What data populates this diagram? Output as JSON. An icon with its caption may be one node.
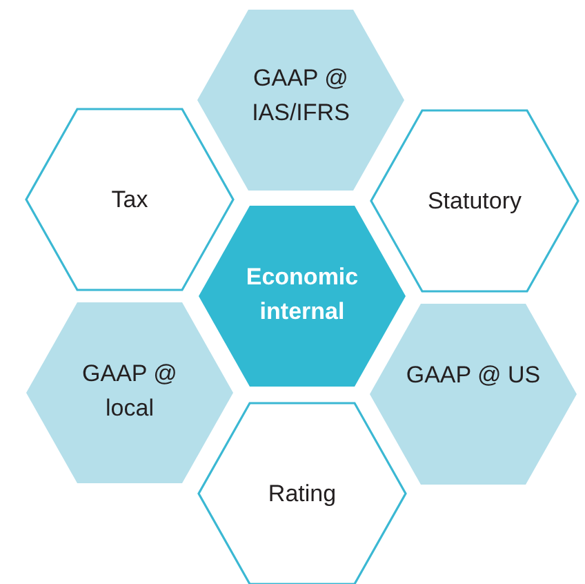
{
  "diagram": {
    "nodes": [
      {
        "text": [
          "GAAP @ IAS/IFRS"
        ]
      },
      {
        "text": [
          "Tax"
        ]
      },
      {
        "text": [
          "Statutory"
        ]
      },
      {
        "text": [
          "Economic internal"
        ]
      },
      {
        "text": [
          "GAAP @ local"
        ]
      },
      {
        "text": [
          "GAAP @ US"
        ]
      },
      {
        "text": [
          "Rating"
        ]
      }
    ]
  }
}
